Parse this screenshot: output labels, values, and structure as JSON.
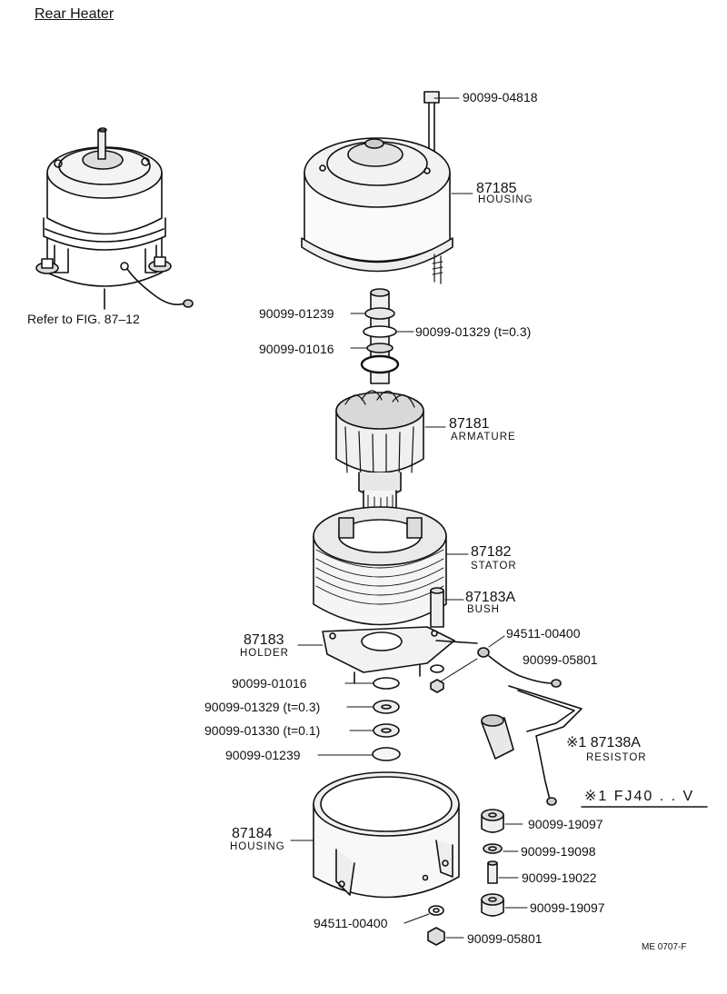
{
  "title": "Rear Heater",
  "refer": "Refer to FIG. 87–12",
  "footer": "ME 0707-F",
  "note": "※1  FJ40 . . V",
  "parts": {
    "bolt": "90099-04818",
    "upper_housing_no": "87185",
    "upper_housing_name": "HOUSING",
    "washer_top_a": "90099-01239",
    "washer_top_b": "90099-01329   (t=0.3)",
    "washer_top_c": "90099-01016",
    "armature_no": "87181",
    "armature_name": "ARMATURE",
    "stator_no": "87182",
    "stator_name": "STATOR",
    "bush_no": "87183A",
    "bush_name": "BUSH",
    "holder_no": "87183",
    "holder_name": "HOLDER",
    "clip_washer": "94511-00400",
    "nut_upper": "90099-05801",
    "washer_b1": "90099-01016",
    "washer_b2": "90099-01329  (t=0.3)",
    "washer_b3": "90099-01330  (t=0.1)",
    "washer_b4": "90099-01239",
    "resistor_no": "※1 87138A",
    "resistor_name": "RESISTOR",
    "lower_housing_no": "87184",
    "lower_housing_name": "HOUSING",
    "grommet_top": "90099-19097",
    "grommet_washer": "90099-19098",
    "grommet_sleeve": "90099-19022",
    "grommet_bottom": "90099-19097",
    "lower_washer": "94511-00400",
    "lower_nut": "90099-05801"
  }
}
